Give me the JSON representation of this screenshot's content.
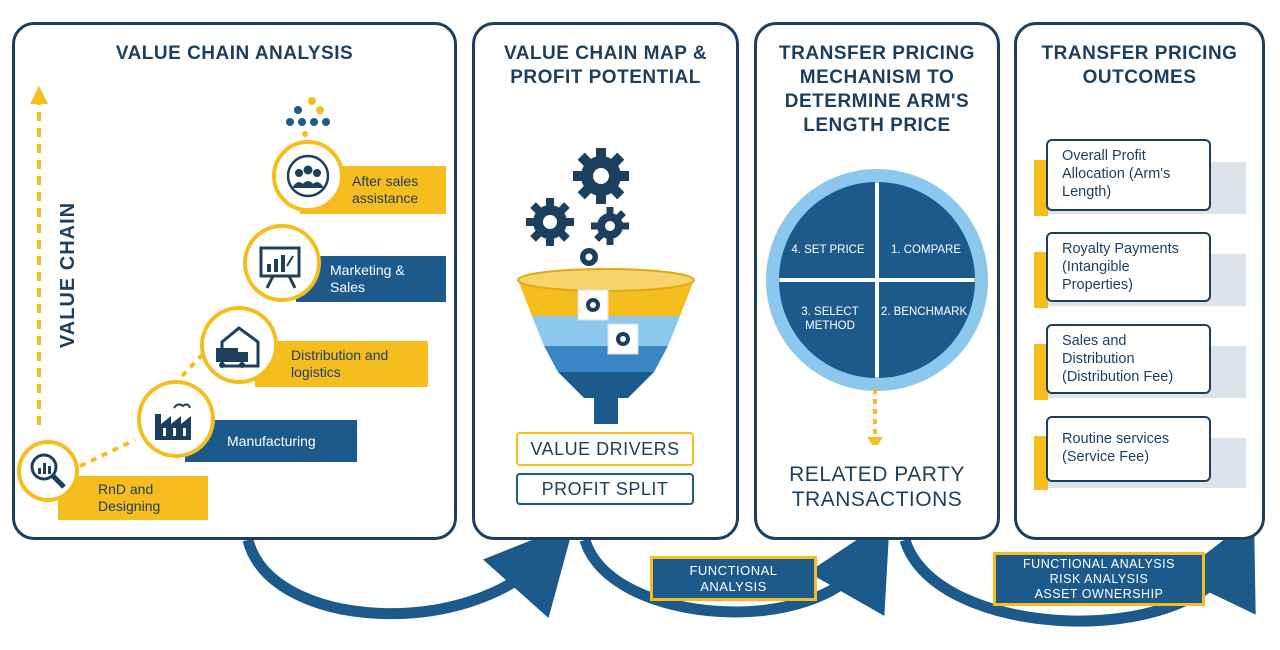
{
  "panels": [
    {
      "title": "VALUE CHAIN ANALYSIS"
    },
    {
      "title_line1": "VALUE CHAIN MAP &",
      "title_line2": "PROFIT POTENTIAL"
    },
    {
      "title_line1": "TRANSFER PRICING",
      "title_line2": "MECHANISM TO",
      "title_line3": "DETERMINE ARM'S",
      "title_line4": "LENGTH PRICE"
    },
    {
      "title_line1": "TRANSFER PRICING",
      "title_line2": "OUTCOMES"
    }
  ],
  "value_chain": {
    "axis_label": "VALUE CHAIN",
    "steps": [
      {
        "line1": "RnD and",
        "line2": "Designing",
        "icon": "magnifier-chart-icon"
      },
      {
        "line1": "Manufacturing",
        "line2": "",
        "icon": "factory-icon"
      },
      {
        "line1": "Distribution and",
        "line2": "logistics",
        "icon": "warehouse-truck-icon"
      },
      {
        "line1": "Marketing &",
        "line2": "Sales",
        "icon": "presentation-board-icon"
      },
      {
        "line1": "After sales",
        "line2": "assistance",
        "icon": "people-group-icon"
      }
    ]
  },
  "value_map": {
    "drivers_label": "VALUE DRIVERS",
    "split_label": "PROFIT SPLIT",
    "icons": [
      "gears-icon",
      "funnel-icon"
    ]
  },
  "mechanism": {
    "steps": [
      "4. SET PRICE",
      "1. COMPARE",
      "3. SELECT",
      "METHOD",
      "2. BENCHMARK"
    ],
    "result_line1": "RELATED PARTY",
    "result_line2": "TRANSACTIONS"
  },
  "outcomes": [
    {
      "lines": [
        "Overall Profit",
        "Allocation (Arm's",
        "Length)"
      ]
    },
    {
      "lines": [
        "Royalty Payments",
        "(Intangible",
        "Properties)"
      ]
    },
    {
      "lines": [
        "Sales and",
        "Distribution",
        "(Distribution Fee)"
      ]
    },
    {
      "lines": [
        "Routine services",
        "(Service Fee)"
      ]
    }
  ],
  "connectors": {
    "first_label_line1": "FUNCTIONAL",
    "first_label_line2": "ANALYSIS",
    "second_label_line1": "FUNCTIONAL ANALYSIS",
    "second_label_line2": "RISK ANALYSIS",
    "second_label_line3": "ASSET OWNERSHIP"
  },
  "colors": {
    "navy": "#1c3f5e",
    "blue": "#1c5a8c",
    "gold": "#f6bd1f",
    "light_blue": "#8cc8ee"
  }
}
